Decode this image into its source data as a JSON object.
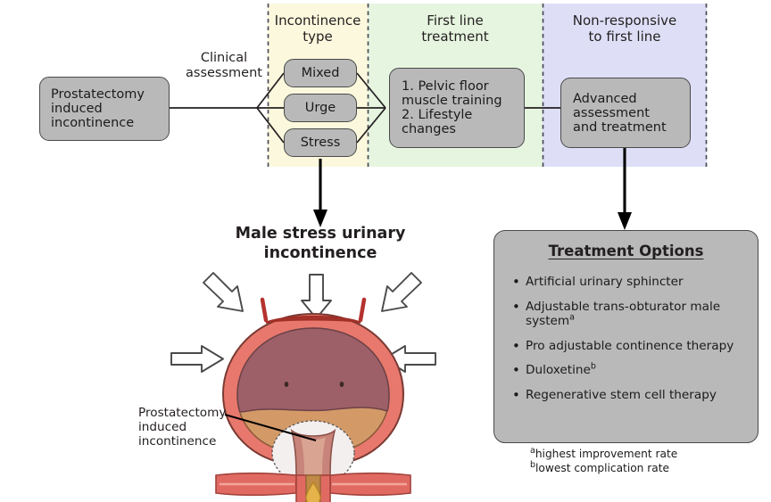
{
  "flow": {
    "start_box": "Prostatectomy\ninduced\nincontinence",
    "start_box_lines": [
      "Prostatectomy",
      "induced",
      "incontinence"
    ],
    "clinical_assessment_label_lines": [
      "Clinical",
      "assessment"
    ],
    "bands": [
      {
        "name": "incontinence-type",
        "title_lines": [
          "Incontinence",
          "type"
        ],
        "color": "#fbf8dd"
      },
      {
        "name": "first-line-treatment",
        "title_lines": [
          "First line",
          "treatment"
        ],
        "color": "#e6f5df"
      },
      {
        "name": "non-responsive",
        "title_lines": [
          "Non-responsive",
          "to first line"
        ],
        "color": "#dedff7"
      }
    ],
    "incontinence_types": [
      "Mixed",
      "Urge",
      "Stress"
    ],
    "first_line_lines": [
      "1. Pelvic floor",
      "muscle training",
      "2. Lifestyle",
      "changes"
    ],
    "advanced_lines": [
      "Advanced",
      "assessment",
      "and treatment"
    ]
  },
  "illustration": {
    "heading_lines": [
      "Male stress urinary",
      "incontinence"
    ],
    "callout_lines": [
      "Prostatectomy",
      "induced",
      "incontinence"
    ],
    "colors": {
      "bladder_wall": "#e8786d",
      "bladder_wall_dark": "#c9453f",
      "bladder_dome": "#9d6068",
      "bladder_lumen": "#d39a68",
      "urethra": "#c8847a",
      "sphincter_pale": "#f2e9e7",
      "urine_drop": "#e5b34a",
      "arrow_outline": "#4a4a4a"
    }
  },
  "treatment": {
    "title": "Treatment Options",
    "options": [
      {
        "text": "Artificial urinary sphincter",
        "marker": ""
      },
      {
        "text": "Adjustable trans-obturator male system",
        "marker": "a"
      },
      {
        "text": "Pro adjustable continence therapy",
        "marker": ""
      },
      {
        "text": "Duloxetine",
        "marker": "b"
      },
      {
        "text": "Regenerative stem cell therapy",
        "marker": ""
      }
    ],
    "footnotes": [
      {
        "marker": "a",
        "text": "highest improvement rate"
      },
      {
        "marker": "b",
        "text": "lowest complication rate"
      }
    ]
  }
}
